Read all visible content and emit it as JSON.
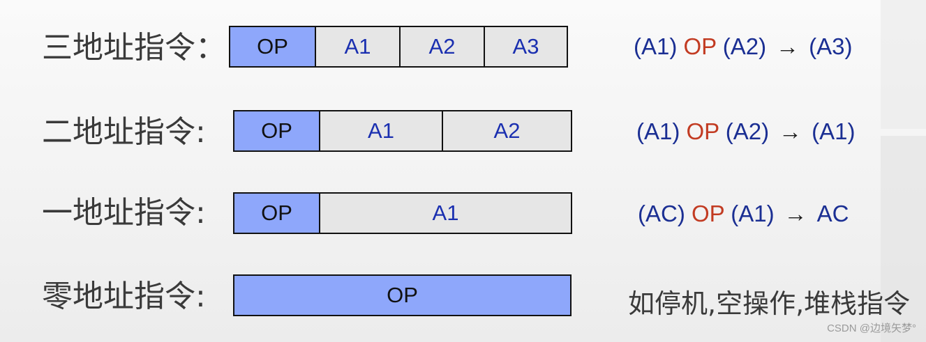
{
  "rows": [
    {
      "label": "三地址指令：",
      "fields": [
        "OP",
        "A1",
        "A2",
        "A3"
      ],
      "expr": {
        "left": "(A1)",
        "op": "OP",
        "right": "(A2)",
        "arrow": "→",
        "result": "(A3)"
      }
    },
    {
      "label": "二地址指令:",
      "fields": [
        "OP",
        "A1",
        "A2"
      ],
      "expr": {
        "left": "(A1)",
        "op": "OP",
        "right": "(A2)",
        "arrow": "→",
        "result": "(A1)"
      }
    },
    {
      "label": "一地址指令:",
      "fields": [
        "OP",
        "A1"
      ],
      "expr": {
        "left": "(AC)",
        "op": "OP",
        "right": "(A1)",
        "arrow": "→",
        "result": "AC"
      }
    },
    {
      "label": "零地址指令:",
      "fields": [
        "OP"
      ],
      "note": "如停机,空操作,堆栈指令"
    }
  ],
  "colors": {
    "op_fill": "#8ea7fb",
    "addr_fill": "#e6e6e6",
    "addr_text": "#1a2fb0",
    "expr_blue": "#1b2f93",
    "expr_red": "#c23b22"
  },
  "watermark": "CSDN @边境矢梦°"
}
